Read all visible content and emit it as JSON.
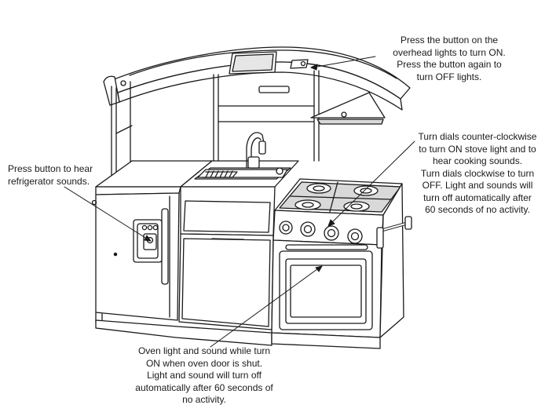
{
  "callouts": {
    "overhead_lights": "Press the button on the\noverhead lights to turn ON.\nPress the button again to\nturn OFF lights.",
    "stove_dials": "Turn dials counter-clockwise\nto turn ON stove light and to\nhear cooking sounds.\nTurn dials clockwise to turn\nOFF. Light and sounds will\nturn off automatically after\n60 seconds of no activity.",
    "refrigerator": "Press button to hear\nrefrigerator sounds.",
    "oven": "Oven light and sound while turn\nON when oven door is shut.\nLight and sound will turn off\nautomatically after 60 seconds of\nno activity."
  },
  "colors": {
    "line": "#1a1a1a",
    "fill": "#ffffff",
    "shade": "#d9d9d9"
  }
}
